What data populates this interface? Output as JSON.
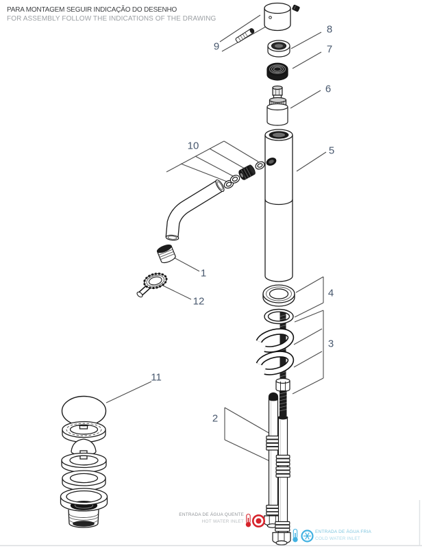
{
  "header": {
    "line1": "PARA MONTAGEM SEGUIR INDICAÇÃO DO DESENHO",
    "line2": "FOR ASSEMBLY FOLLOW THE INDICATIONS OF THE DRAWING"
  },
  "callouts": {
    "c1": "1",
    "c2": "2",
    "c3": "3",
    "c4": "4",
    "c5": "5",
    "c6": "6",
    "c7": "7",
    "c8": "8",
    "c9": "9",
    "c10": "10",
    "c11": "11",
    "c12": "12"
  },
  "inlets": {
    "hot": {
      "line1": "ENTRADA DE ÁGUA QUENTE",
      "line2": "HOT WATER INLET",
      "color": "#d6232b"
    },
    "cold": {
      "line1": "ENTRADA DE ÁGUA FRIA",
      "line2": "COLD WATER INLET",
      "color": "#41b1e1"
    }
  },
  "icons": {
    "hot": [
      "thermometer-hot-icon",
      "hot-water-dot-icon"
    ],
    "cold": [
      "thermometer-cold-icon",
      "snowflake-icon"
    ]
  },
  "colors": {
    "callout_text": "#48586e",
    "line_art": "#1c1c1c",
    "leader_lines": "#4a4a4a"
  }
}
